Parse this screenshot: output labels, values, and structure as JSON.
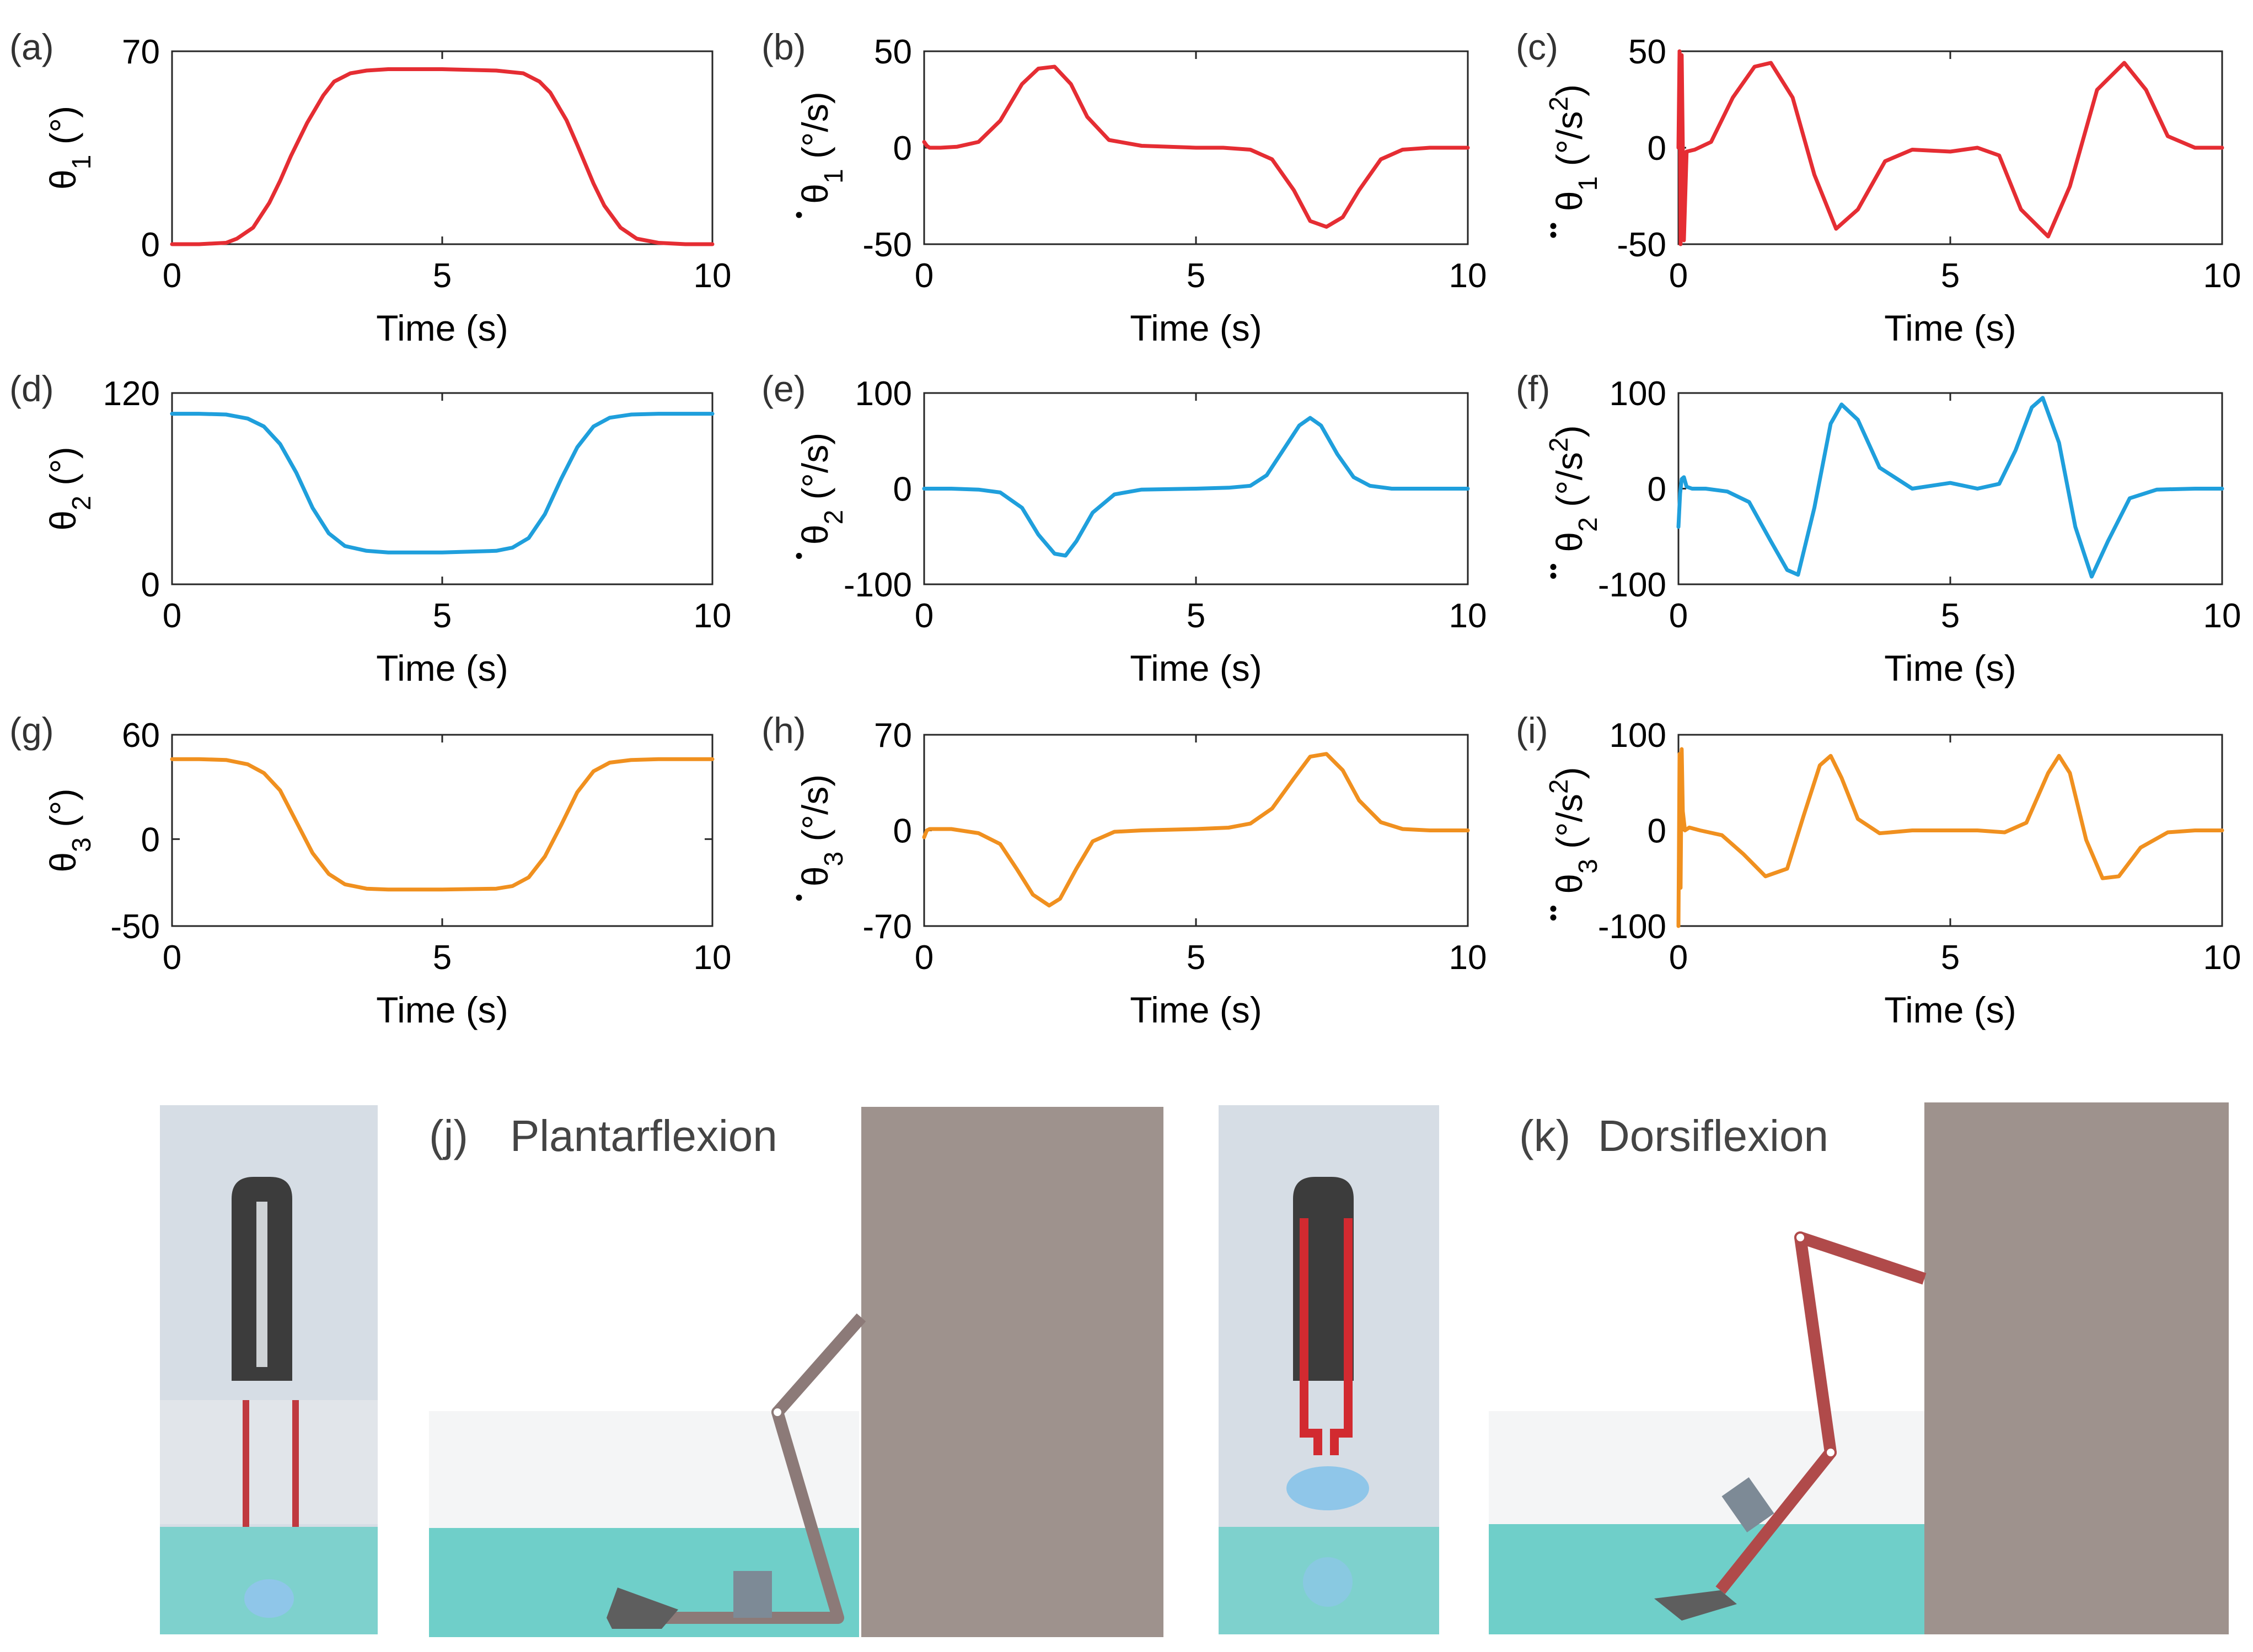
{
  "colors": {
    "red": "#e52d33",
    "blue": "#1f9fdc",
    "orange": "#f0901f",
    "water": "#6fcfc9",
    "wall": "#9e928d",
    "panel": "#d4dbe3"
  },
  "chart_data": [
    {
      "type": "line",
      "panel": "(a)",
      "color": "red",
      "ylim": [
        0,
        70
      ],
      "yticks": [
        0,
        70
      ],
      "yname": "θ",
      "sub": "1",
      "dots": 0,
      "unit": "(°)",
      "sup": "",
      "xlabel": "Time (s)",
      "xlim": [
        0,
        10
      ],
      "xticks": [
        0,
        5,
        10
      ],
      "x": [
        0,
        0.5,
        1,
        1.2,
        1.5,
        1.8,
        2,
        2.2,
        2.5,
        2.8,
        3,
        3.3,
        3.6,
        4,
        5,
        6,
        6.5,
        6.8,
        7,
        7.3,
        7.5,
        7.8,
        8,
        8.3,
        8.6,
        9,
        9.5,
        10
      ],
      "y": [
        0,
        0,
        0.5,
        2,
        6,
        15,
        23,
        32,
        44,
        54,
        59,
        62,
        63,
        63.5,
        63.5,
        63,
        62,
        59,
        55,
        45,
        36,
        22,
        14,
        6,
        2,
        0.5,
        0,
        0
      ]
    },
    {
      "type": "line",
      "panel": "(b)",
      "color": "red",
      "ylim": [
        -50,
        50
      ],
      "yticks": [
        -50,
        0,
        50
      ],
      "yname": "θ",
      "sub": "1",
      "dots": 1,
      "unit": "(°/s)",
      "sup": "",
      "xlabel": "Time (s)",
      "xlim": [
        0,
        10
      ],
      "xticks": [
        0,
        5,
        10
      ],
      "x": [
        0,
        0.05,
        0.1,
        0.3,
        0.6,
        1,
        1.4,
        1.8,
        2.1,
        2.4,
        2.7,
        3,
        3.4,
        4,
        5,
        5.5,
        6,
        6.4,
        6.8,
        7.1,
        7.4,
        7.7,
        8,
        8.4,
        8.8,
        9.3,
        10
      ],
      "y": [
        3,
        1,
        0,
        0,
        0.5,
        3,
        14,
        33,
        41,
        42,
        33,
        16,
        4,
        1,
        0,
        0,
        -1,
        -6,
        -22,
        -38,
        -41,
        -36,
        -22,
        -6,
        -1,
        0,
        0
      ]
    },
    {
      "type": "line",
      "panel": "(c)",
      "color": "red",
      "ylim": [
        -50,
        50
      ],
      "yticks": [
        -50,
        0,
        50
      ],
      "yname": "θ",
      "sub": "1",
      "dots": 2,
      "unit": "(°/s",
      "sup": "2",
      "xlabel": "Time (s)",
      "xlim": [
        0,
        10
      ],
      "xticks": [
        0,
        5,
        10
      ],
      "x": [
        0,
        0.02,
        0.04,
        0.06,
        0.1,
        0.15,
        0.3,
        0.6,
        1,
        1.4,
        1.7,
        2.1,
        2.5,
        2.9,
        3.3,
        3.8,
        4.3,
        5,
        5.5,
        5.9,
        6.3,
        6.8,
        7.2,
        7.7,
        8.2,
        8.6,
        9,
        9.5,
        10
      ],
      "y": [
        0,
        50,
        -50,
        48,
        -48,
        -2,
        -1,
        3,
        26,
        42,
        44,
        26,
        -14,
        -42,
        -32,
        -7,
        -1,
        -2,
        0,
        -4,
        -32,
        -46,
        -20,
        30,
        44,
        30,
        6,
        0,
        0
      ]
    },
    {
      "type": "line",
      "panel": "(d)",
      "color": "blue",
      "ylim": [
        0,
        120
      ],
      "yticks": [
        0,
        120
      ],
      "yname": "θ",
      "sub": "2",
      "dots": 0,
      "unit": "(°)",
      "sup": "",
      "xlabel": "Time (s)",
      "xlim": [
        0,
        10
      ],
      "xticks": [
        0,
        5,
        10
      ],
      "x": [
        0,
        0.5,
        1,
        1.4,
        1.7,
        2,
        2.3,
        2.6,
        2.9,
        3.2,
        3.6,
        4,
        5,
        6,
        6.3,
        6.6,
        6.9,
        7.2,
        7.5,
        7.8,
        8.1,
        8.5,
        9,
        9.5,
        10
      ],
      "y": [
        107,
        107,
        106.5,
        104,
        99,
        88,
        70,
        48,
        32,
        24,
        21,
        20,
        20,
        21,
        23,
        29,
        44,
        66,
        86,
        99,
        104.5,
        106.5,
        107,
        107,
        107
      ]
    },
    {
      "type": "line",
      "panel": "(e)",
      "color": "blue",
      "ylim": [
        -100,
        100
      ],
      "yticks": [
        -100,
        0,
        100
      ],
      "yname": "θ",
      "sub": "2",
      "dots": 1,
      "unit": "(°/s)",
      "sup": "",
      "xlabel": "Time (s)",
      "xlim": [
        0,
        10
      ],
      "xticks": [
        0,
        5,
        10
      ],
      "x": [
        0,
        0.5,
        1,
        1.4,
        1.8,
        2.1,
        2.4,
        2.6,
        2.8,
        3.1,
        3.5,
        4,
        5,
        5.6,
        6,
        6.3,
        6.6,
        6.9,
        7.1,
        7.3,
        7.6,
        7.9,
        8.2,
        8.6,
        9,
        10
      ],
      "y": [
        0,
        0,
        -1,
        -4,
        -20,
        -48,
        -68,
        -70,
        -55,
        -25,
        -6,
        -1,
        0,
        1,
        3,
        14,
        40,
        66,
        74,
        66,
        36,
        12,
        3,
        0,
        0,
        0
      ]
    },
    {
      "type": "line",
      "panel": "(f)",
      "color": "blue",
      "ylim": [
        -100,
        100
      ],
      "yticks": [
        -100,
        0,
        100
      ],
      "yname": "θ",
      "sub": "2",
      "dots": 2,
      "unit": "(°/s",
      "sup": "2",
      "xlabel": "Time (s)",
      "xlim": [
        0,
        10
      ],
      "xticks": [
        0,
        5,
        10
      ],
      "x": [
        0,
        0.03,
        0.06,
        0.1,
        0.15,
        0.25,
        0.5,
        0.9,
        1.3,
        1.7,
        2,
        2.2,
        2.5,
        2.8,
        3,
        3.3,
        3.7,
        4.3,
        5,
        5.5,
        5.9,
        6.2,
        6.5,
        6.7,
        7,
        7.3,
        7.6,
        7.9,
        8.3,
        8.8,
        9.5,
        10
      ],
      "y": [
        -40,
        -5,
        10,
        12,
        2,
        0,
        0,
        -3,
        -14,
        -55,
        -85,
        -90,
        -20,
        68,
        88,
        72,
        22,
        0,
        6,
        0,
        5,
        40,
        85,
        95,
        48,
        -40,
        -92,
        -55,
        -10,
        -1,
        0,
        0
      ]
    },
    {
      "type": "line",
      "panel": "(g)",
      "color": "orange",
      "ylim": [
        -50,
        60
      ],
      "yticks": [
        -50,
        0,
        60
      ],
      "yname": "θ",
      "sub": "3",
      "dots": 0,
      "unit": "(°)",
      "sup": "",
      "xlabel": "Time (s)",
      "xlim": [
        0,
        10
      ],
      "xticks": [
        0,
        5,
        10
      ],
      "x": [
        0,
        0.5,
        1,
        1.4,
        1.7,
        2,
        2.3,
        2.6,
        2.9,
        3.2,
        3.6,
        4,
        5,
        6,
        6.3,
        6.6,
        6.9,
        7.2,
        7.5,
        7.8,
        8.1,
        8.5,
        9,
        9.5,
        10
      ],
      "y": [
        46,
        46,
        45.5,
        43,
        38,
        28,
        10,
        -8,
        -20,
        -26,
        -28.5,
        -29,
        -29,
        -28.5,
        -27,
        -22,
        -10,
        8,
        27,
        39,
        44,
        45.5,
        46,
        46,
        46
      ]
    },
    {
      "type": "line",
      "panel": "(h)",
      "color": "orange",
      "ylim": [
        -70,
        70
      ],
      "yticks": [
        -70,
        0,
        70
      ],
      "yname": "θ",
      "sub": "3",
      "dots": 1,
      "unit": "(°/s)",
      "sup": "",
      "xlabel": "Time (s)",
      "xlim": [
        0,
        10
      ],
      "xticks": [
        0,
        5,
        10
      ],
      "x": [
        0,
        0.05,
        0.1,
        0.5,
        1,
        1.4,
        1.7,
        2,
        2.3,
        2.5,
        2.8,
        3.1,
        3.5,
        4,
        5,
        5.6,
        6,
        6.4,
        6.8,
        7.1,
        7.4,
        7.7,
        8,
        8.4,
        8.8,
        9.3,
        10
      ],
      "y": [
        -5,
        0,
        1,
        1,
        -2,
        -10,
        -28,
        -47,
        -55,
        -50,
        -28,
        -8,
        -1,
        0,
        1,
        2,
        5,
        16,
        38,
        54,
        56,
        44,
        22,
        6,
        1,
        0,
        0
      ]
    },
    {
      "type": "line",
      "panel": "(i)",
      "color": "orange",
      "ylim": [
        -100,
        100
      ],
      "yticks": [
        -100,
        0,
        100
      ],
      "yname": "θ",
      "sub": "3",
      "dots": 2,
      "unit": "(°/s",
      "sup": "2",
      "xlabel": "Time (s)",
      "xlim": [
        0,
        10
      ],
      "xticks": [
        0,
        5,
        10
      ],
      "x": [
        0,
        0.02,
        0.04,
        0.06,
        0.08,
        0.12,
        0.2,
        0.4,
        0.8,
        1.2,
        1.6,
        2,
        2.3,
        2.6,
        2.8,
        3,
        3.3,
        3.7,
        4.3,
        5,
        5.5,
        6,
        6.4,
        6.8,
        7,
        7.2,
        7.5,
        7.8,
        8.1,
        8.5,
        9,
        9.5,
        10
      ],
      "y": [
        -100,
        80,
        -60,
        85,
        20,
        0,
        3,
        0,
        -5,
        -25,
        -48,
        -40,
        15,
        68,
        78,
        55,
        12,
        -3,
        0,
        0,
        0,
        -2,
        8,
        60,
        78,
        60,
        -10,
        -50,
        -48,
        -18,
        -2,
        0,
        0
      ]
    }
  ],
  "scenes": [
    {
      "label": "(j)",
      "title": "Plantarflexion"
    },
    {
      "label": "(k)",
      "title": "Dorsiflexion"
    }
  ]
}
